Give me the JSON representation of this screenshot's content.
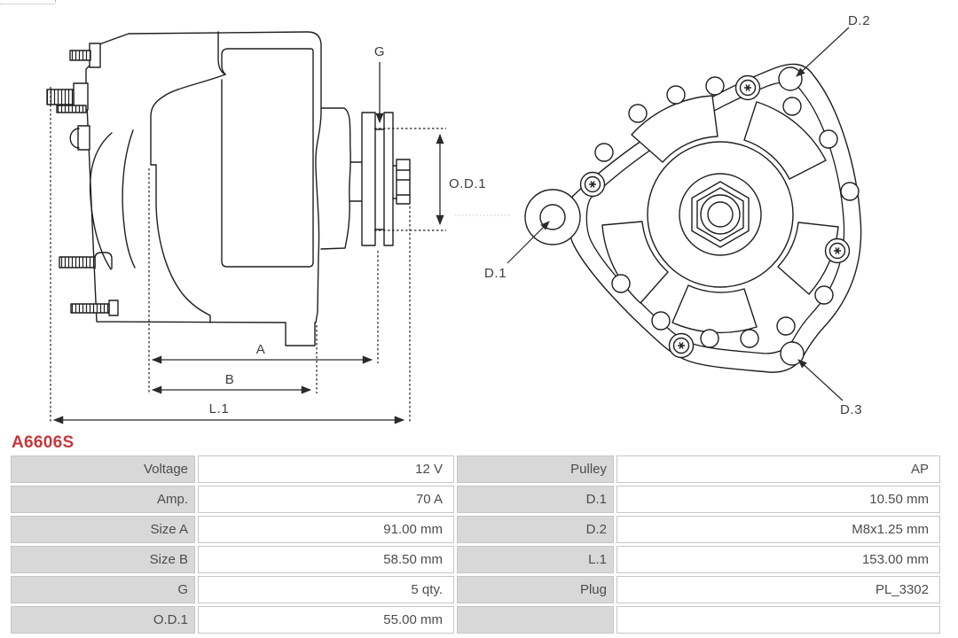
{
  "part_code": "A6606S",
  "colors": {
    "accent_red": "#c5383c",
    "drawing_line": "#1f1f1f",
    "table_label_bg": "#d8d8d8",
    "table_border": "#c6c6c6",
    "table_text": "#4c4c4c"
  },
  "side_view": {
    "labels": {
      "g": "G",
      "od1": "O.D.1",
      "a": "A",
      "b": "B",
      "l1": "L.1"
    }
  },
  "front_view": {
    "labels": {
      "d1": "D.1",
      "d2": "D.2",
      "d3": "D.3"
    }
  },
  "spec_table": {
    "left_rows": [
      {
        "label": "Voltage",
        "value": "12 V"
      },
      {
        "label": "Amp.",
        "value": "70 A"
      },
      {
        "label": "Size A",
        "value": "91.00 mm"
      },
      {
        "label": "Size B",
        "value": "58.50 mm"
      },
      {
        "label": "G",
        "value": "5 qty."
      },
      {
        "label": "O.D.1",
        "value": "55.00 mm"
      }
    ],
    "right_rows": [
      {
        "label": "Pulley",
        "value": "AP"
      },
      {
        "label": "D.1",
        "value": "10.50 mm"
      },
      {
        "label": "D.2",
        "value": "M8x1.25 mm"
      },
      {
        "label": "L.1",
        "value": "153.00 mm"
      },
      {
        "label": "Plug",
        "value": "PL_3302"
      },
      {
        "label": "",
        "value": ""
      }
    ]
  }
}
